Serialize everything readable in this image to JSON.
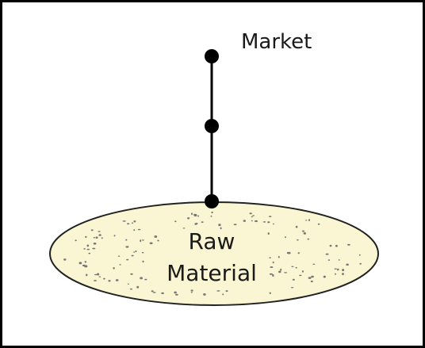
{
  "diagram": {
    "market_label": "Market",
    "raw_material_label_line1": "Raw",
    "raw_material_label_line2": "Material",
    "colors": {
      "border": "#000000",
      "line": "#000000",
      "node": "#000000",
      "ellipse_fill": "#faf5d2",
      "ellipse_stroke": "#222222",
      "speckle": "#777777"
    },
    "node_count": 3
  }
}
